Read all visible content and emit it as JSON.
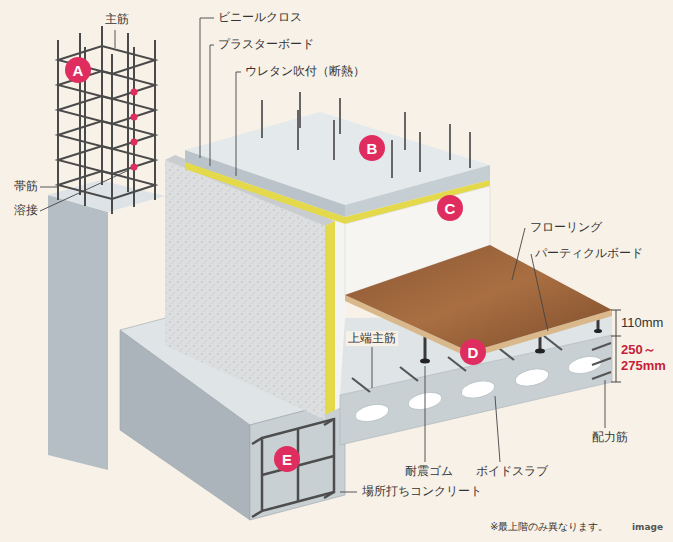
{
  "diagram": {
    "nodes": [
      {
        "text": [
          "A"
        ]
      },
      {
        "text": [
          "B"
        ]
      },
      {
        "text": [
          "C"
        ]
      },
      {
        "text": [
          "D"
        ]
      },
      {
        "text": [
          "E"
        ]
      }
    ],
    "labels": [
      "主筋",
      "帯筋",
      "溶接",
      "ビニールクロス",
      "プラスターボード",
      "ウレタン吹付（断熱）",
      "フローリング",
      "パーティクルボード",
      "110mm",
      "250～ 275mm",
      "上端主筋",
      "配力筋",
      "耐震ゴム",
      "ボイドスラブ",
      "場所打ちコンクリート",
      "※最上階のみ異なります。",
      "image"
    ]
  }
}
